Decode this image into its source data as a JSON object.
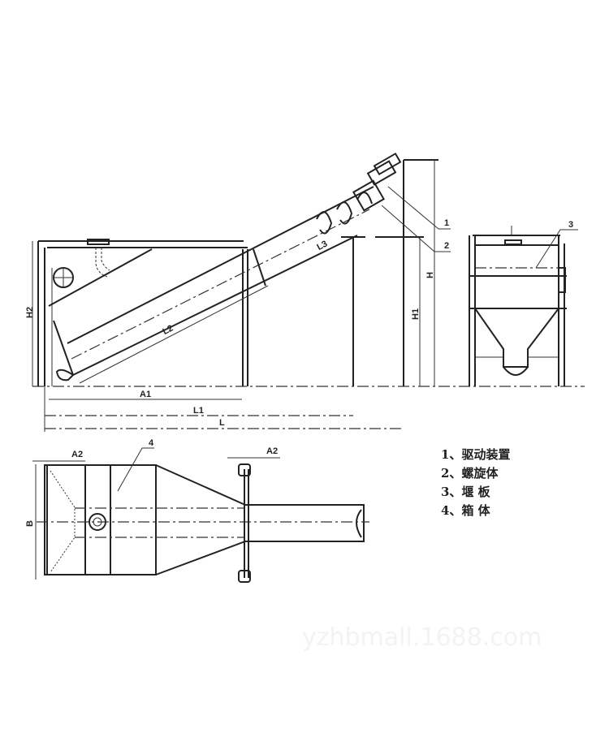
{
  "dimension_labels": {
    "H2": "H2",
    "A1": "A1",
    "L1": "L1",
    "L": "L",
    "L2": "L2",
    "L3": "L3",
    "H1": "H1",
    "H": "H",
    "A2_left": "A2",
    "A2_right": "A2",
    "B": "B"
  },
  "callouts": [
    "1",
    "2",
    "3",
    "4"
  ],
  "legend": [
    {
      "num": "1、",
      "text": "驱动装置"
    },
    {
      "num": "2、",
      "text": "螺旋体"
    },
    {
      "num": "3、",
      "text": "堰 板"
    },
    {
      "num": "4、",
      "text": "箱 体"
    }
  ],
  "watermark": "yzhbmall.1688.com"
}
